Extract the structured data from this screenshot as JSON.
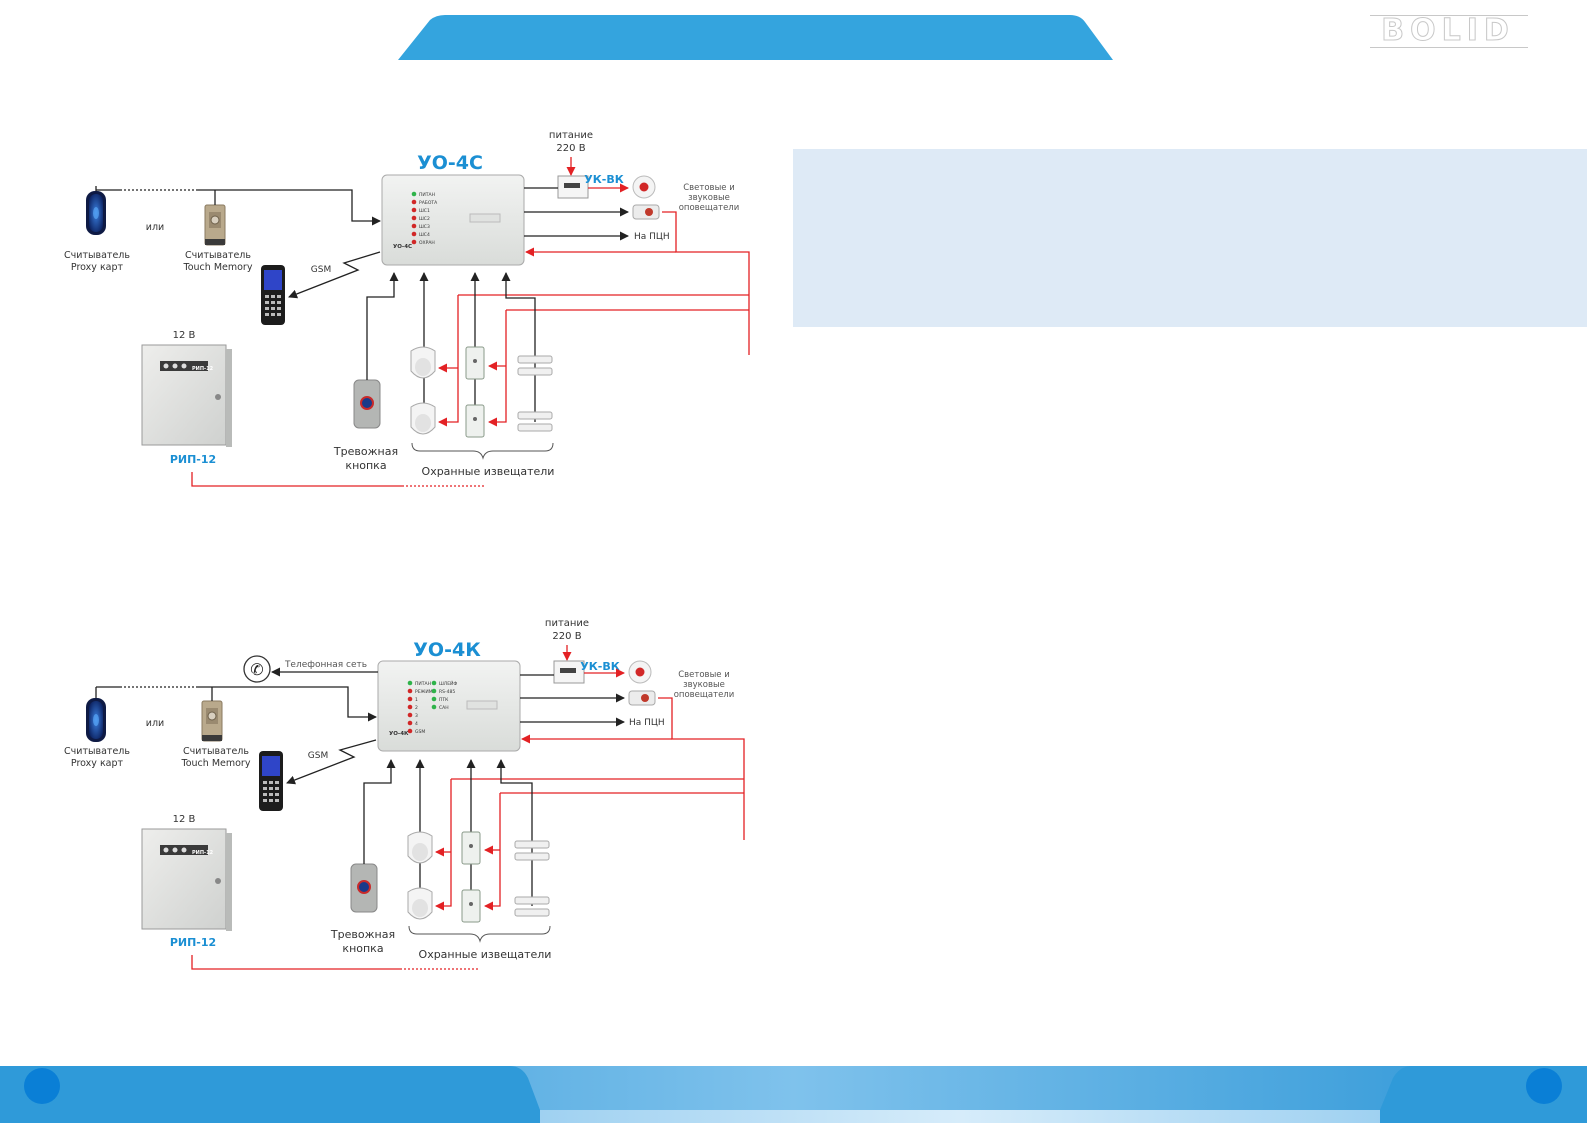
{
  "header": {
    "logo_text": "BOLID"
  },
  "colors": {
    "brand_blue": "#34a4de",
    "title_blue": "#1b8fd3",
    "signal_red": "#e32124",
    "panel_bg": "#deeaf6",
    "line_black": "#222222"
  },
  "diagram_top": {
    "device_title": "УО-4С",
    "device_label": "УО-4С",
    "power_label_1": "питание",
    "power_label_2": "220 В",
    "ukvk_label": "УК-ВК",
    "alerts_label_1": "Световые и",
    "alerts_label_2": "звуковые",
    "alerts_label_3": "оповещатели",
    "pcn_label": "На ПЦН",
    "or_label": "или",
    "reader_proxy_1": "Считыватель",
    "reader_proxy_2": "Proxy карт",
    "reader_tm_1": "Считыватель",
    "reader_tm_2": "Touch Memory",
    "gsm_label": "GSM",
    "voltage_label": "12 В",
    "psu_label": "РИП-12",
    "psu_plate": "РИП-12",
    "panic_label_1": "Тревожная",
    "panic_label_2": "кнопка",
    "detectors_label": "Охранные извещатели",
    "leds": [
      "ПИТАН",
      "РАБОТА",
      "ШС1",
      "ШС2",
      "ШС3",
      "ШС4",
      "ОХРАН"
    ]
  },
  "diagram_bottom": {
    "device_title": "УО-4К",
    "device_label": "УО-4К",
    "power_label_1": "питание",
    "power_label_2": "220 В",
    "ukvk_label": "УК-ВК",
    "alerts_label_1": "Световые и",
    "alerts_label_2": "звуковые",
    "alerts_label_3": "оповещатели",
    "pcn_label": "На ПЦН",
    "phone_label": "Телефонная сеть",
    "or_label": "или",
    "reader_proxy_1": "Считыватель",
    "reader_proxy_2": "Proxy карт",
    "reader_tm_1": "Считыватель",
    "reader_tm_2": "Touch Memory",
    "gsm_label": "GSM",
    "voltage_label": "12 В",
    "psu_label": "РИП-12",
    "psu_plate": "РИП-12",
    "panic_label_1": "Тревожная",
    "panic_label_2": "кнопка",
    "detectors_label": "Охранные извещатели",
    "leds_left": [
      "ПИТАН",
      "РЕЖИМ",
      "1",
      "2",
      "3",
      "4",
      "GSM"
    ],
    "leds_right": [
      "ШЛЕЙФ",
      "RS-485",
      "ПТК",
      "САН"
    ]
  }
}
